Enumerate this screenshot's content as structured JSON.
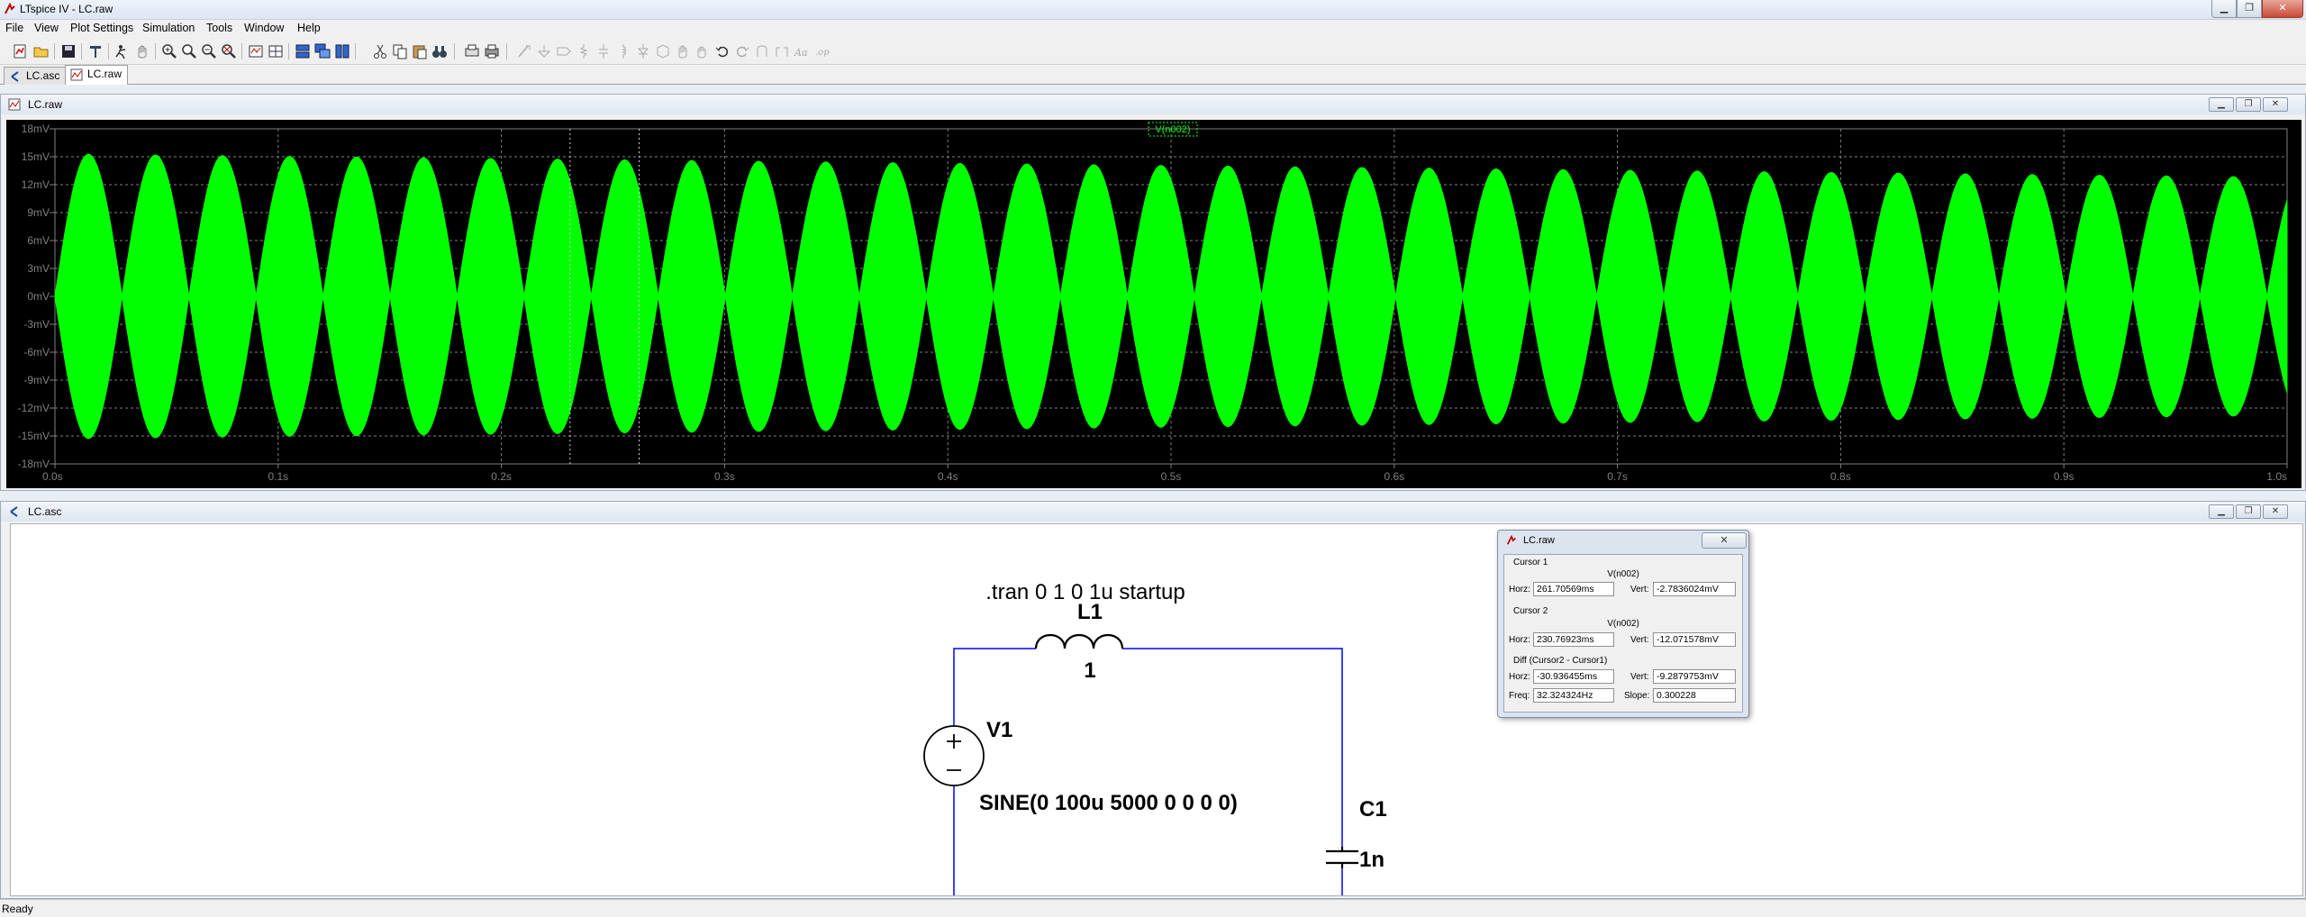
{
  "window": {
    "title": "LTspice IV - LC.raw"
  },
  "menu": [
    "File",
    "View",
    "Plot Settings",
    "Simulation",
    "Tools",
    "Window",
    "Help"
  ],
  "tabs": [
    {
      "label": "LC.asc",
      "active": false
    },
    {
      "label": "LC.raw",
      "active": true
    }
  ],
  "plot_window": {
    "title": "LC.raw",
    "trace_label": "V(n002)"
  },
  "schematic_window": {
    "title": "LC.asc"
  },
  "chart_data": {
    "type": "area",
    "series": [
      {
        "name": "V(n002)",
        "color": "#00ff00"
      }
    ],
    "x_ticks": [
      "0.0s",
      "0.1s",
      "0.2s",
      "0.3s",
      "0.4s",
      "0.5s",
      "0.6s",
      "0.7s",
      "0.8s",
      "0.9s",
      "1.0s"
    ],
    "y_ticks": [
      "18mV",
      "15mV",
      "12mV",
      "9mV",
      "6mV",
      "3mV",
      "0mV",
      "-3mV",
      "-6mV",
      "-9mV",
      "-12mV",
      "-15mV",
      "-18mV"
    ],
    "xlim": [
      0,
      1.0
    ],
    "ylim": [
      -18,
      18
    ],
    "grid": true,
    "envelope": {
      "start_amplitude": 15.3,
      "end_amplitude": 12.8,
      "beat_count": 33.3
    },
    "cursors": [
      0.26170569,
      0.23076923
    ]
  },
  "schematic": {
    "directive": ".tran 0 1 0 1u startup",
    "components": [
      {
        "ref": "L1",
        "value": "1"
      },
      {
        "ref": "C1",
        "value": "1n"
      },
      {
        "ref": "V1",
        "value": "SINE(0 100u 5000 0 0 0 0)"
      }
    ]
  },
  "cursor_dialog": {
    "title": "LC.raw",
    "cursor1": {
      "label": "Cursor 1",
      "trace": "V(n002)",
      "horz": "261.70569ms",
      "vert": "-2.7836024mV"
    },
    "cursor2": {
      "label": "Cursor 2",
      "trace": "V(n002)",
      "horz": "230.76923ms",
      "vert": "-12.071578mV"
    },
    "diff": {
      "label": "Diff (Cursor2 - Cursor1)",
      "horz": "-30.936455ms",
      "vert": "-9.2879753mV",
      "freq": "32.324324Hz",
      "slope": "0.300228"
    },
    "field_labels": {
      "horz": "Horz:",
      "vert": "Vert:",
      "freq": "Freq:",
      "slope": "Slope:"
    }
  },
  "status": "Ready",
  "colors": {
    "trace": "#00ff00",
    "wire": "#0000ff",
    "plot_bg": "#000000",
    "grid": "#808080"
  }
}
